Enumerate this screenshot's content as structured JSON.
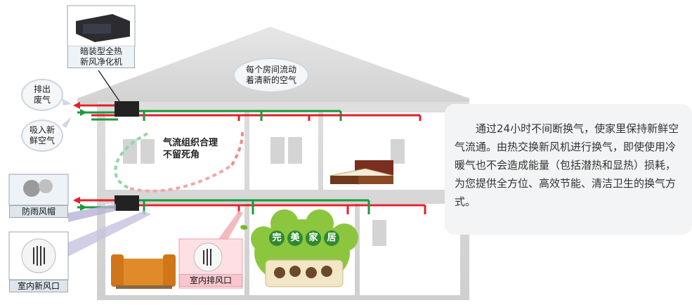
{
  "unit_label": "暗装型全热\n新风净化机",
  "unit_label_line1": "暗装型全热",
  "unit_label_line2": "新风净化机",
  "exhaust_label_line1": "排出",
  "exhaust_label_line2": "废气",
  "intake_label_line1": "吸入新",
  "intake_label_line2": "鲜空气",
  "rain_cap_label": "防雨风帽",
  "indoor_inlet_label": "室内新风口",
  "indoor_outlet_label": "室内排风口",
  "roof_bubble_line1": "每个房间流动",
  "roof_bubble_line2": "着清新的空气",
  "airflow_note_line1": "气流组织合理",
  "airflow_note_line2": "不留死角",
  "sticker_text": [
    "完",
    "美",
    "家",
    "居"
  ],
  "description": "通过24小时不间断换气，使家里保持新鲜空气流通。由热交换新风机进行换气，即使使用冷暖气也不会造成能量（包括潜热和显热）损耗，为您提供全方位、高效节能、清洁卫生的换气方式。",
  "colors": {
    "supply_duct": "#1a9a3c",
    "exhaust_duct": "#e0202a",
    "house": "#d9d9d9",
    "sticker_green": "#8cc63f"
  }
}
